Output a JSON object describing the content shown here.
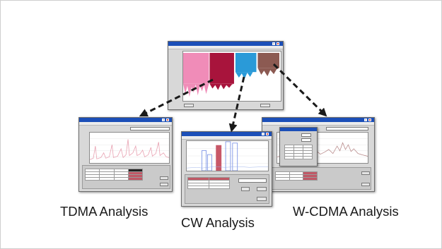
{
  "labels": {
    "tdma": "TDMA Analysis",
    "cw": "CW Analysis",
    "wcdma": "W-CDMA Analysis"
  },
  "colors": {
    "spectrum_pink": "#f08cb8",
    "spectrum_maroon": "#a8143c",
    "spectrum_blue": "#2a9ad8",
    "spectrum_brown": "#8c5a52",
    "trace_pink": "#e8a0b0",
    "titlebar": "#1c4fb8",
    "arrow": "#1a1a1a",
    "cw_bar": "#c85868",
    "cw_outline": "#5a78e0"
  },
  "icons": {
    "arrow_style": "dashed-arrow"
  }
}
